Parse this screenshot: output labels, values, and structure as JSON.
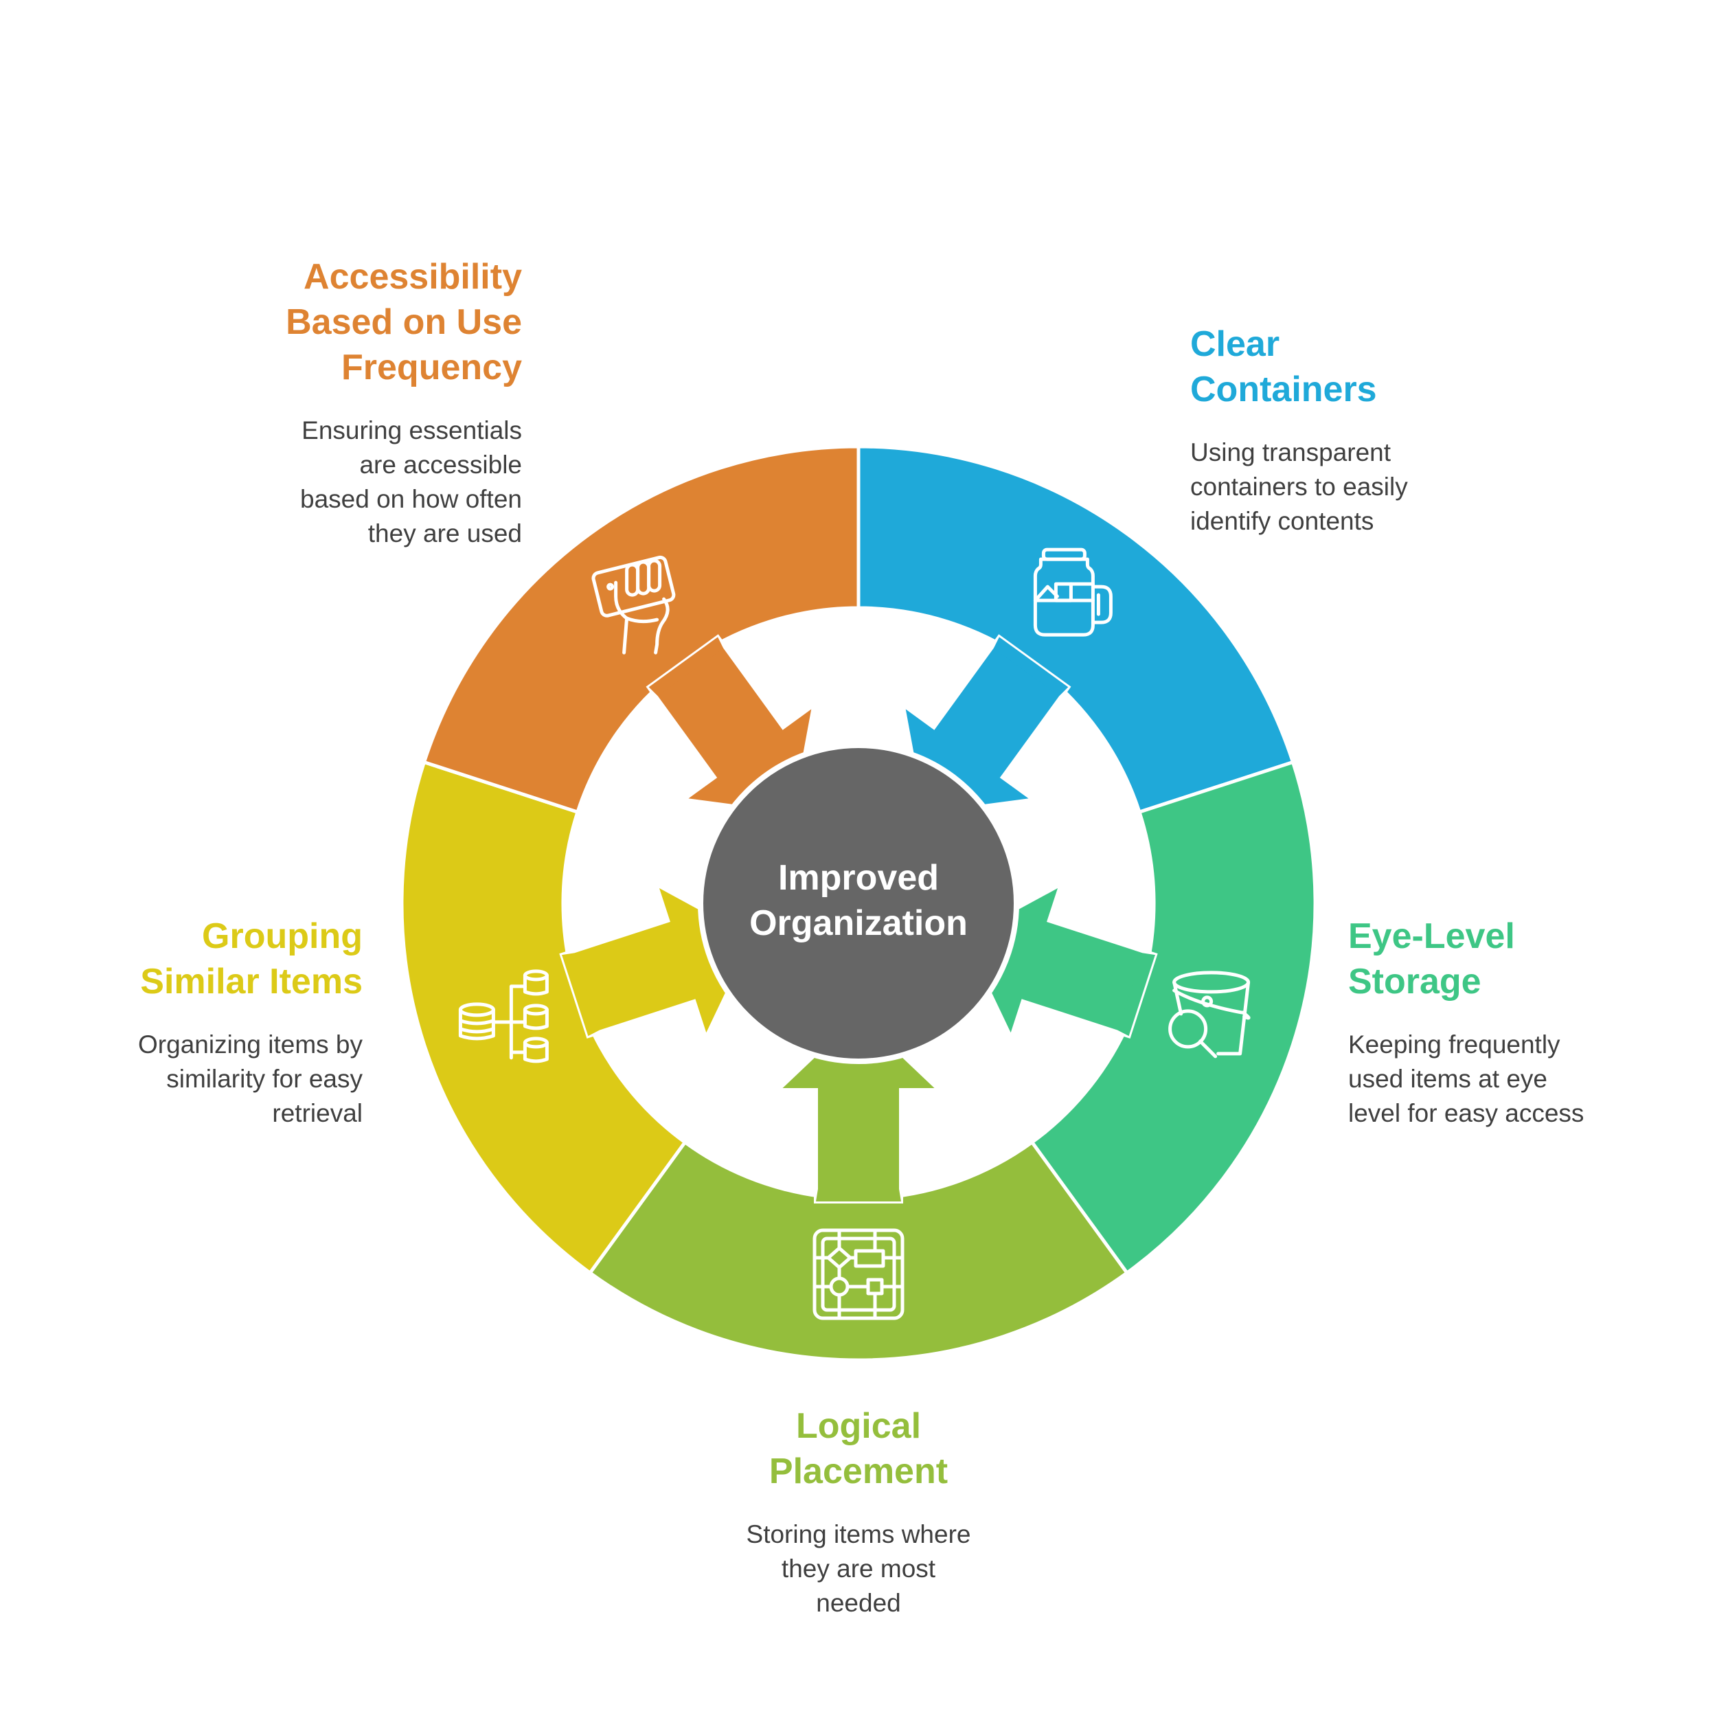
{
  "center": {
    "title_lines": [
      "Improved",
      "Organization"
    ],
    "color": "#666666"
  },
  "segments": [
    {
      "id": "clear",
      "title_lines": [
        "Clear",
        "Containers"
      ],
      "desc_lines": [
        "Using transparent",
        "containers to easily",
        "identify contents"
      ],
      "color": "#1fa9d9",
      "icon": "jar-icon"
    },
    {
      "id": "eye",
      "title_lines": [
        "Eye-Level",
        "Storage"
      ],
      "desc_lines": [
        "Keeping frequently",
        "used items at eye",
        "level for easy access"
      ],
      "color": "#3ec685",
      "icon": "bucket-search-icon"
    },
    {
      "id": "logical",
      "title_lines": [
        "Logical",
        "Placement"
      ],
      "desc_lines": [
        "Storing items where",
        "they are most",
        "needed"
      ],
      "color": "#94be3c",
      "icon": "flowchart-icon"
    },
    {
      "id": "group",
      "title_lines": [
        "Grouping",
        "Similar Items"
      ],
      "desc_lines": [
        "Organizing items by",
        "similarity for easy",
        "retrieval"
      ],
      "color": "#dcca17",
      "icon": "database-tree-icon"
    },
    {
      "id": "access",
      "title_lines": [
        "Accessibility",
        "Based on Use",
        "Frequency"
      ],
      "desc_lines": [
        "Ensuring essentials",
        "are accessible",
        "based on how often",
        "they are used"
      ],
      "color": "#de8332",
      "icon": "hand-holding-phone-icon"
    }
  ]
}
